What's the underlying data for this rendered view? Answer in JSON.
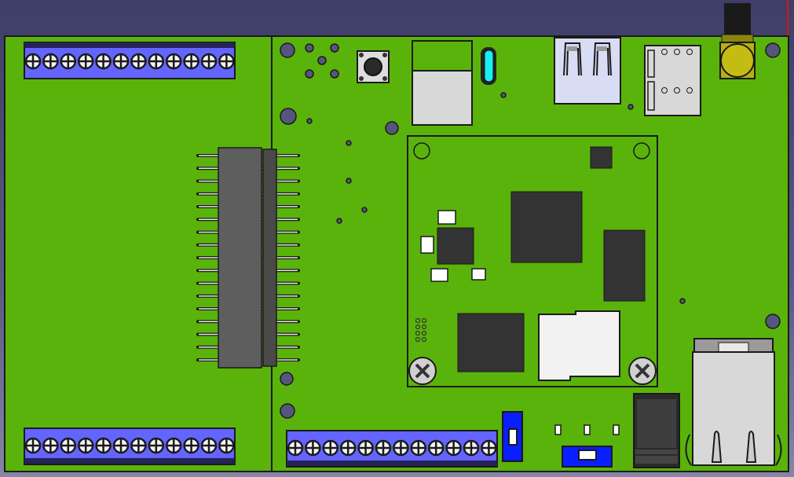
{
  "colors": {
    "board": "#5ab30b",
    "outline": "#1a1a1a",
    "terminal_block": "#6464ff",
    "chip": "#333333",
    "hole": "#55557e",
    "sma": "#b8b010",
    "switch": "#0a1eff",
    "usb_c": "#16f0f0"
  },
  "terminal_blocks": [
    {
      "name": "terminal-block-top-left",
      "positions": 12
    },
    {
      "name": "terminal-block-bottom-left",
      "positions": 12
    },
    {
      "name": "terminal-block-bottom-middle",
      "positions": 12
    }
  ],
  "pin_header_rows": 17
}
